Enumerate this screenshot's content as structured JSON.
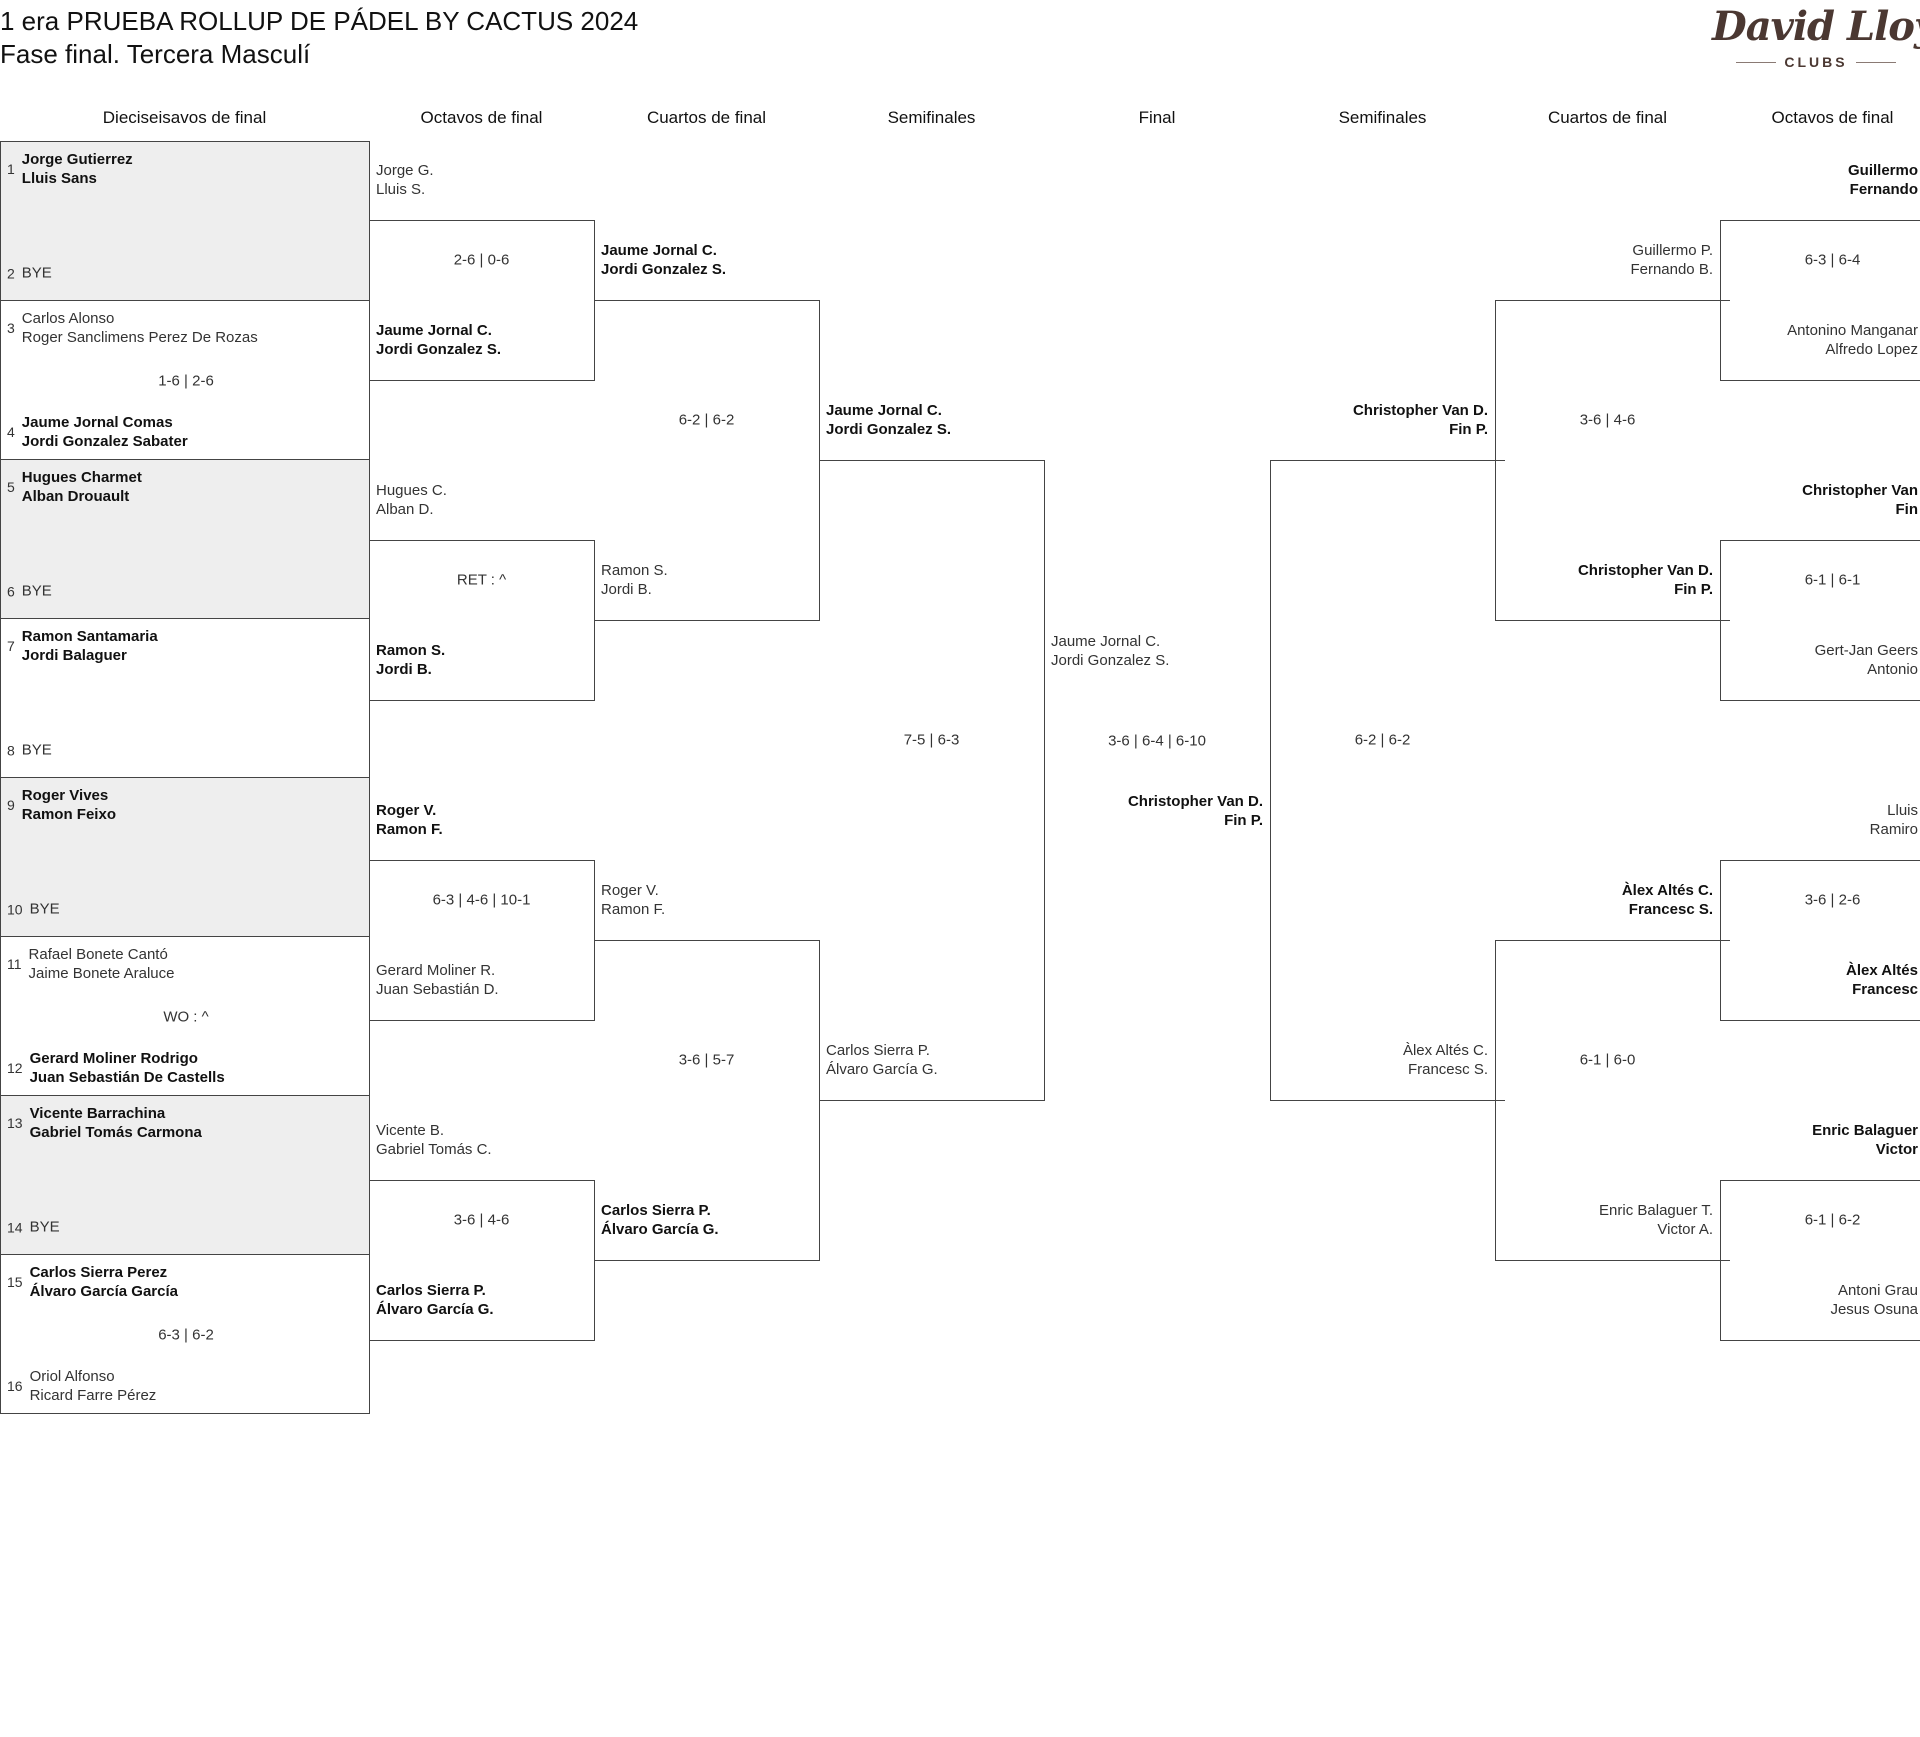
{
  "header": {
    "title": "1 era PRUEBA ROLLUP DE PÁDEL BY CACTUS 2024",
    "subtitle": "Fase final. Tercera Masculí",
    "logo_text": "David Lloyd",
    "logo_sub": "CLUBS"
  },
  "colors": {
    "logo": "#4b3832",
    "shaded_box": "#eeeeee",
    "line": "#444444"
  },
  "rounds": [
    "Dieciseisavos de final",
    "Octavos de final",
    "Cuartos de final",
    "Semifinales",
    "Final",
    "Semifinales",
    "Cuartos de final",
    "Octavos de final"
  ],
  "r32": [
    {
      "seed_a": "1",
      "team_a": [
        "Jorge Gutierrez",
        "Lluis Sans"
      ],
      "seed_b": "2",
      "team_b": [
        "BYE"
      ],
      "score": "",
      "winner": "a"
    },
    {
      "seed_a": "3",
      "team_a": [
        "Carlos Alonso",
        "Roger Sanclimens Perez De Rozas"
      ],
      "seed_b": "4",
      "team_b": [
        "Jaume Jornal Comas",
        "Jordi Gonzalez Sabater"
      ],
      "score": "1-6 | 2-6",
      "winner": "b"
    },
    {
      "seed_a": "5",
      "team_a": [
        "Hugues Charmet",
        "Alban Drouault"
      ],
      "seed_b": "6",
      "team_b": [
        "BYE"
      ],
      "score": "",
      "winner": "a"
    },
    {
      "seed_a": "7",
      "team_a": [
        "Ramon Santamaria",
        "Jordi Balaguer"
      ],
      "seed_b": "8",
      "team_b": [
        "BYE"
      ],
      "score": "",
      "winner": "a"
    },
    {
      "seed_a": "9",
      "team_a": [
        "Roger Vives",
        "Ramon Feixo"
      ],
      "seed_b": "10",
      "team_b": [
        "BYE"
      ],
      "score": "",
      "winner": "a"
    },
    {
      "seed_a": "11",
      "team_a": [
        "Rafael Bonete Cantó",
        "Jaime Bonete Araluce"
      ],
      "seed_b": "12",
      "team_b": [
        "Gerard Moliner Rodrigo",
        "Juan Sebastián De Castells"
      ],
      "score": "WO : ^",
      "winner": "b"
    },
    {
      "seed_a": "13",
      "team_a": [
        "Vicente Barrachina",
        "Gabriel Tomás Carmona"
      ],
      "seed_b": "14",
      "team_b": [
        "BYE"
      ],
      "score": "",
      "winner": "a"
    },
    {
      "seed_a": "15",
      "team_a": [
        "Carlos Sierra Perez",
        "Álvaro García García"
      ],
      "seed_b": "16",
      "team_b": [
        "Oriol Alfonso",
        "Ricard Farre Pérez"
      ],
      "score": "6-3 | 6-2",
      "winner": "a"
    }
  ],
  "left_r16": [
    {
      "top": [
        "Jorge G.",
        "Lluis S."
      ],
      "score": "2-6 | 0-6",
      "bottom": [
        "Jaume Jornal C.",
        "Jordi Gonzalez S."
      ],
      "winner": "bottom"
    },
    {
      "top": [
        "Hugues C.",
        "Alban D."
      ],
      "score": "RET : ^",
      "bottom": [
        "Ramon S.",
        "Jordi B."
      ],
      "winner": "bottom"
    },
    {
      "top": [
        "Roger V.",
        "Ramon F."
      ],
      "score": "6-3 | 4-6 | 10-1",
      "bottom": [
        "Gerard Moliner R.",
        "Juan Sebastián D."
      ],
      "winner": "top"
    },
    {
      "top": [
        "Vicente B.",
        "Gabriel Tomás C."
      ],
      "score": "3-6 | 4-6",
      "bottom": [
        "Carlos Sierra P.",
        "Álvaro García G."
      ],
      "winner": "bottom"
    }
  ],
  "left_qf": [
    {
      "top": [
        "Jaume Jornal C.",
        "Jordi Gonzalez S."
      ],
      "score": "6-2 | 6-2",
      "bottom": [
        "Ramon S.",
        "Jordi B."
      ],
      "winner": "top"
    },
    {
      "top": [
        "Roger V.",
        "Ramon F."
      ],
      "score": "3-6 | 5-7",
      "bottom": [
        "Carlos Sierra P.",
        "Álvaro García G."
      ],
      "winner": "bottom"
    }
  ],
  "left_sf": [
    {
      "top": [
        "Jaume Jornal C.",
        "Jordi Gonzalez S."
      ],
      "score": "7-5 | 6-3",
      "bottom": [
        "Carlos Sierra P.",
        "Álvaro García G."
      ],
      "winner": "top"
    }
  ],
  "final": {
    "top": [
      "Jaume Jornal C.",
      "Jordi Gonzalez S."
    ],
    "score": "3-6 | 6-4 | 6-10",
    "bottom": [
      "Christopher Van D.",
      "Fin P."
    ],
    "winner": "bottom"
  },
  "right_sf": [
    {
      "top": [
        "Christopher Van D.",
        "Fin P."
      ],
      "score": "6-2 | 6-2",
      "bottom": [
        "Àlex Altés C.",
        "Francesc S."
      ],
      "winner": "top"
    }
  ],
  "right_qf": [
    {
      "top": [
        "Guillermo P.",
        "Fernando B."
      ],
      "score": "3-6 | 4-6",
      "bottom": [
        "Christopher Van D.",
        "Fin P."
      ],
      "winner": "bottom"
    },
    {
      "top": [
        "Àlex Altés C.",
        "Francesc S."
      ],
      "score": "6-1 | 6-0",
      "bottom": [
        "Enric Balaguer T.",
        "Victor A."
      ],
      "winner": "top"
    }
  ],
  "right_r16": [
    {
      "top": [
        "Guillermo",
        "Fernando"
      ],
      "score": "6-3 | 6-4",
      "bottom": [
        "Antonino Manganar",
        "Alfredo Lopez"
      ],
      "winner": "top"
    },
    {
      "top": [
        "Christopher Van",
        "Fin"
      ],
      "score": "6-1 | 6-1",
      "bottom": [
        "Gert-Jan Geers",
        "Antonio"
      ],
      "winner": "top"
    },
    {
      "top": [
        "Lluis",
        "Ramiro"
      ],
      "score": "3-6 | 2-6",
      "bottom": [
        "Àlex Altés",
        "Francesc"
      ],
      "winner": "bottom"
    },
    {
      "top": [
        "Enric Balaguer",
        "Victor"
      ],
      "score": "6-1 | 6-2",
      "bottom": [
        "Antoni Grau",
        "Jesus Osuna"
      ],
      "winner": "top"
    }
  ]
}
